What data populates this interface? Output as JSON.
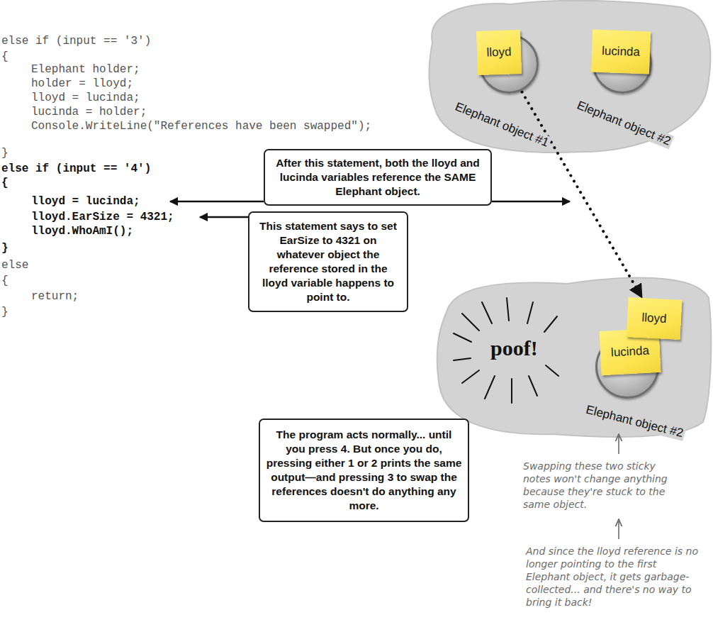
{
  "diagram": {
    "nodes": [
      {
        "text": [
          "Elephant object #1"
        ]
      },
      {
        "text": [
          "lloyd"
        ],
        "in": 0
      },
      {
        "text": [
          "Elephant object #2"
        ]
      },
      {
        "text": [
          "lucinda"
        ],
        "in": 2
      },
      {
        "text": [
          "After this statement, both the lloyd and lucinda variables reference the SAME Elephant object."
        ]
      },
      {
        "text": [
          "This statement says to set EarSize to 4321 on whatever object the reference stored in the lloyd variable happens to point to."
        ]
      },
      {
        "text": [
          "Elephant object #2"
        ]
      },
      {
        "text": [
          "lucinda"
        ],
        "in": 6
      },
      {
        "text": [
          "lloyd"
        ],
        "in": 6
      },
      {
        "text": [
          "The program acts normally... until you press 4. But once you do, pressing either 1 or 2 prints the same output—and pressing 3 to swap the references doesn't do anything any more."
        ]
      }
    ],
    "edges": [
      {
        "from": 1,
        "to": 8,
        "arrow": "to"
      }
    ],
    "labels": [
      "else if (input == '3')",
      "{",
      "Elephant holder;",
      "holder = lloyd;",
      "lloyd = lucinda;",
      "lucinda = holder;",
      "Console.WriteLine(\"References have been swapped\");",
      "}",
      "else if (input == '4')",
      "{",
      "lloyd = lucinda;",
      "lloyd.EarSize = 4321;",
      "lloyd.WhoAmI();",
      "}",
      "else",
      "{",
      "return;",
      "}",
      "poof!",
      "Swapping these two sticky notes won't change anything because they're stuck to the same object.",
      "And since the lloyd reference is no longer pointing to the first Elephant object, it gets garbage-collected... and there's no way to bring it back!"
    ]
  }
}
